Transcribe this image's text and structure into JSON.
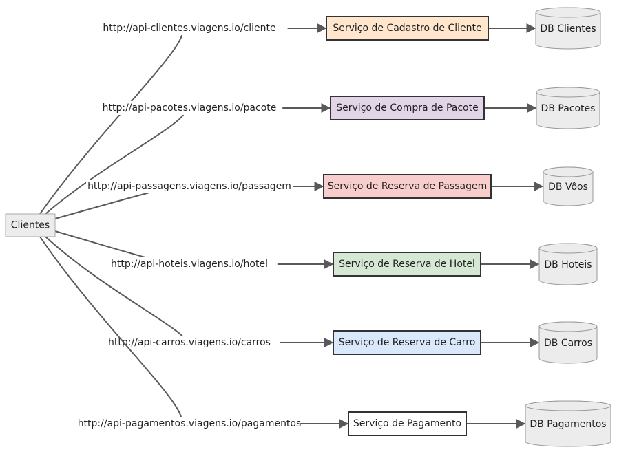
{
  "client": {
    "label": "Clientes"
  },
  "colors": {
    "edge": "#595959",
    "node_border": "#333333",
    "db_fill": "#ececec",
    "client_fill": "#ececec"
  },
  "rows": [
    {
      "url": "http://api-clientes.viagens.io/cliente",
      "service": "Serviço de Cadastro de Cliente",
      "service_color": "#ffe6cc",
      "db": "DB Clientes"
    },
    {
      "url": "http://api-pacotes.viagens.io/pacote",
      "service": "Serviço de Compra de Pacote",
      "service_color": "#e1d5e7",
      "db": "DB Pacotes"
    },
    {
      "url": "http://api-passagens.viagens.io/passagem",
      "service": "Serviço de Reserva de Passagem",
      "service_color": "#f8cecc",
      "db": "DB Vôos"
    },
    {
      "url": "http://api-hoteis.viagens.io/hotel",
      "service": "Serviço de Reserva de Hotel",
      "service_color": "#d5e8d4",
      "db": "DB Hoteis"
    },
    {
      "url": "http://api-carros.viagens.io/carros",
      "service": "Serviço de Reserva de Carro",
      "service_color": "#dae8fc",
      "db": "DB Carros"
    },
    {
      "url": "http://api-pagamentos.viagens.io/pagamentos",
      "service": "Serviço de Pagamento",
      "service_color": "#ffffff",
      "db": "DB Pagamentos"
    }
  ]
}
